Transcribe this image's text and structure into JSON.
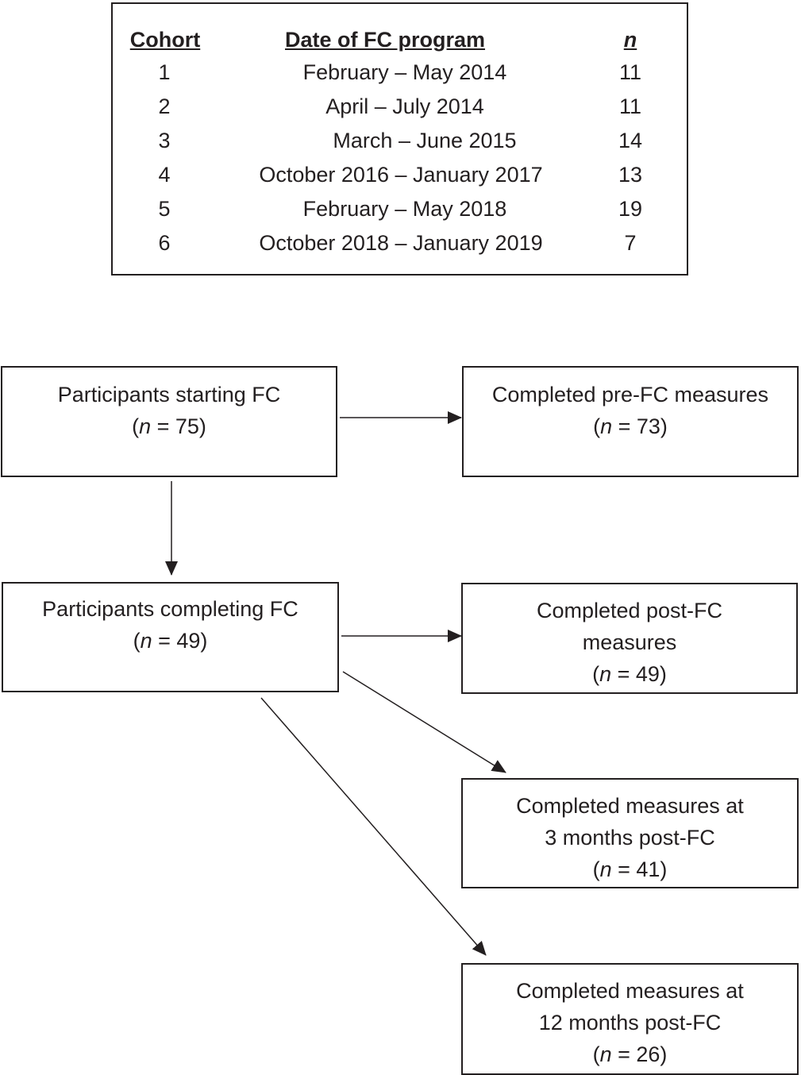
{
  "table": {
    "headers": {
      "cohort": "Cohort",
      "date": "Date of FC program",
      "n": "n"
    },
    "rows": [
      {
        "cohort": "1",
        "date": "February – May 2014",
        "n": "11"
      },
      {
        "cohort": "2",
        "date": "April – July 2014",
        "n": "11"
      },
      {
        "cohort": "3",
        "date": "March – June 2015",
        "n": "14"
      },
      {
        "cohort": "4",
        "date": "October 2016 – January 2017",
        "n": "13"
      },
      {
        "cohort": "5",
        "date": "February – May 2018",
        "n": "19"
      },
      {
        "cohort": "6",
        "date": "October 2018 – January 2019",
        "n": "7"
      }
    ]
  },
  "flow": {
    "starting": {
      "label": "Participants starting FC",
      "n_prefix": "(",
      "n_var": "n",
      "n_value": " = 75)"
    },
    "completing": {
      "label": "Participants completing FC",
      "n_prefix": "(",
      "n_var": "n",
      "n_value": " = 49)"
    },
    "pre": {
      "label": "Completed pre-FC measures",
      "n_prefix": "(",
      "n_var": "n",
      "n_value": " = 73)"
    },
    "post": {
      "line1": "Completed post-FC",
      "line2": "measures",
      "n_prefix": "(",
      "n_var": "n",
      "n_value": " = 49)"
    },
    "three_month": {
      "line1": "Completed measures at",
      "line2": "3 months post-FC",
      "n_prefix": "(",
      "n_var": "n",
      "n_value": " = 41)"
    },
    "twelve_month": {
      "line1": "Completed measures at",
      "line2": "12 months post-FC",
      "n_prefix": "(",
      "n_var": "n",
      "n_value": " = 26)"
    }
  }
}
